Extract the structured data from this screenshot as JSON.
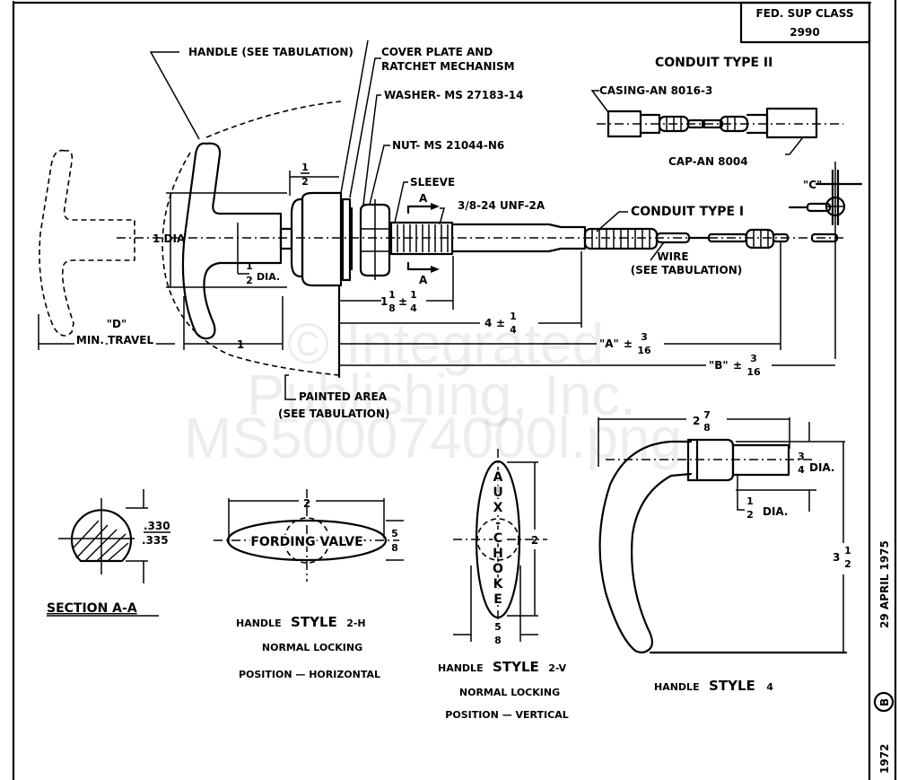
{
  "title_block": {
    "label": "FED. SUP CLASS",
    "value": "2990"
  },
  "callouts": {
    "handle": "HANDLE (SEE TABULATION)",
    "cover_plate_line1": "COVER PLATE AND",
    "cover_plate_line2": "RATCHET MECHANISM",
    "washer": "WASHER- MS 27183-14",
    "nut": "NUT- MS 21044-N6",
    "sleeve": "SLEEVE",
    "thread": "3/8-24 UNF-2A",
    "section_mark": "A",
    "conduit_type_1": "CONDUIT TYPE I",
    "wire_line1": "WIRE",
    "wire_line2": "(SEE TABULATION)",
    "painted_line1": "PAINTED AREA",
    "painted_line2": "(SEE TABULATION)",
    "c_label": "\"C\""
  },
  "conduit_type_2": {
    "title": "CONDUIT TYPE II",
    "casing": "CASING-AN 8016-3",
    "cap": "CAP-AN 8004"
  },
  "dimensions": {
    "half_top": {
      "num": "1",
      "den": "2"
    },
    "dia_1": "1 DIA",
    "dia_half": {
      "num": "1",
      "den": "2",
      "suffix": "DIA."
    },
    "d_label": "\"D\"",
    "min_travel": "MIN. TRAVEL",
    "one": "1",
    "d_1_1_8": {
      "whole": "1",
      "num": "1",
      "den": "8",
      "tol_num": "1",
      "tol_den": "4"
    },
    "d_4": {
      "whole": "4",
      "tol_num": "1",
      "tol_den": "4"
    },
    "d_A": {
      "label": "\"A\"",
      "tol_num": "3",
      "tol_den": "16"
    },
    "d_B": {
      "label": "\"B\"",
      "tol_num": "3",
      "tol_den": "16"
    }
  },
  "section_aa": {
    "dim_top": ".330",
    "dim_bottom": ".335",
    "title": "SECTION A-A"
  },
  "style_2h": {
    "width_dim": "2",
    "height_dim": {
      "num": "5",
      "den": "8"
    },
    "inscription": "FORDING VALVE",
    "caption_prefix": "HANDLE",
    "caption_style": "STYLE",
    "caption_id": "2-H",
    "line2": "NORMAL LOCKING",
    "line3": "POSITION — HORIZONTAL"
  },
  "style_2v": {
    "height_dim": "2",
    "width_dim": {
      "num": "5",
      "den": "8"
    },
    "inscription_letters": [
      "A",
      "U",
      "X",
      "-",
      "C",
      "H",
      "O",
      "K",
      "E"
    ],
    "caption_prefix": "HANDLE",
    "caption_style": "STYLE",
    "caption_id": "2-V",
    "line2": "NORMAL LOCKING",
    "line3": "POSITION — VERTICAL"
  },
  "style_4": {
    "length_dim": {
      "whole": "2",
      "num": "7",
      "den": "8"
    },
    "dia_large": {
      "num": "3",
      "den": "4",
      "suffix": "DIA."
    },
    "dia_small": {
      "num": "1",
      "den": "2",
      "suffix": "DIA."
    },
    "height_dim": {
      "whole": "3",
      "num": "1",
      "den": "2"
    },
    "caption_prefix": "HANDLE",
    "caption_style": "STYLE",
    "caption_id": "4"
  },
  "revision_strip": {
    "date": "29 APRIL 1975",
    "revision": "B",
    "year": "1972"
  },
  "watermark": {
    "line1": "© Integrated",
    "line2": "Publishing, Inc.",
    "line3": "MS500074000l.png"
  }
}
